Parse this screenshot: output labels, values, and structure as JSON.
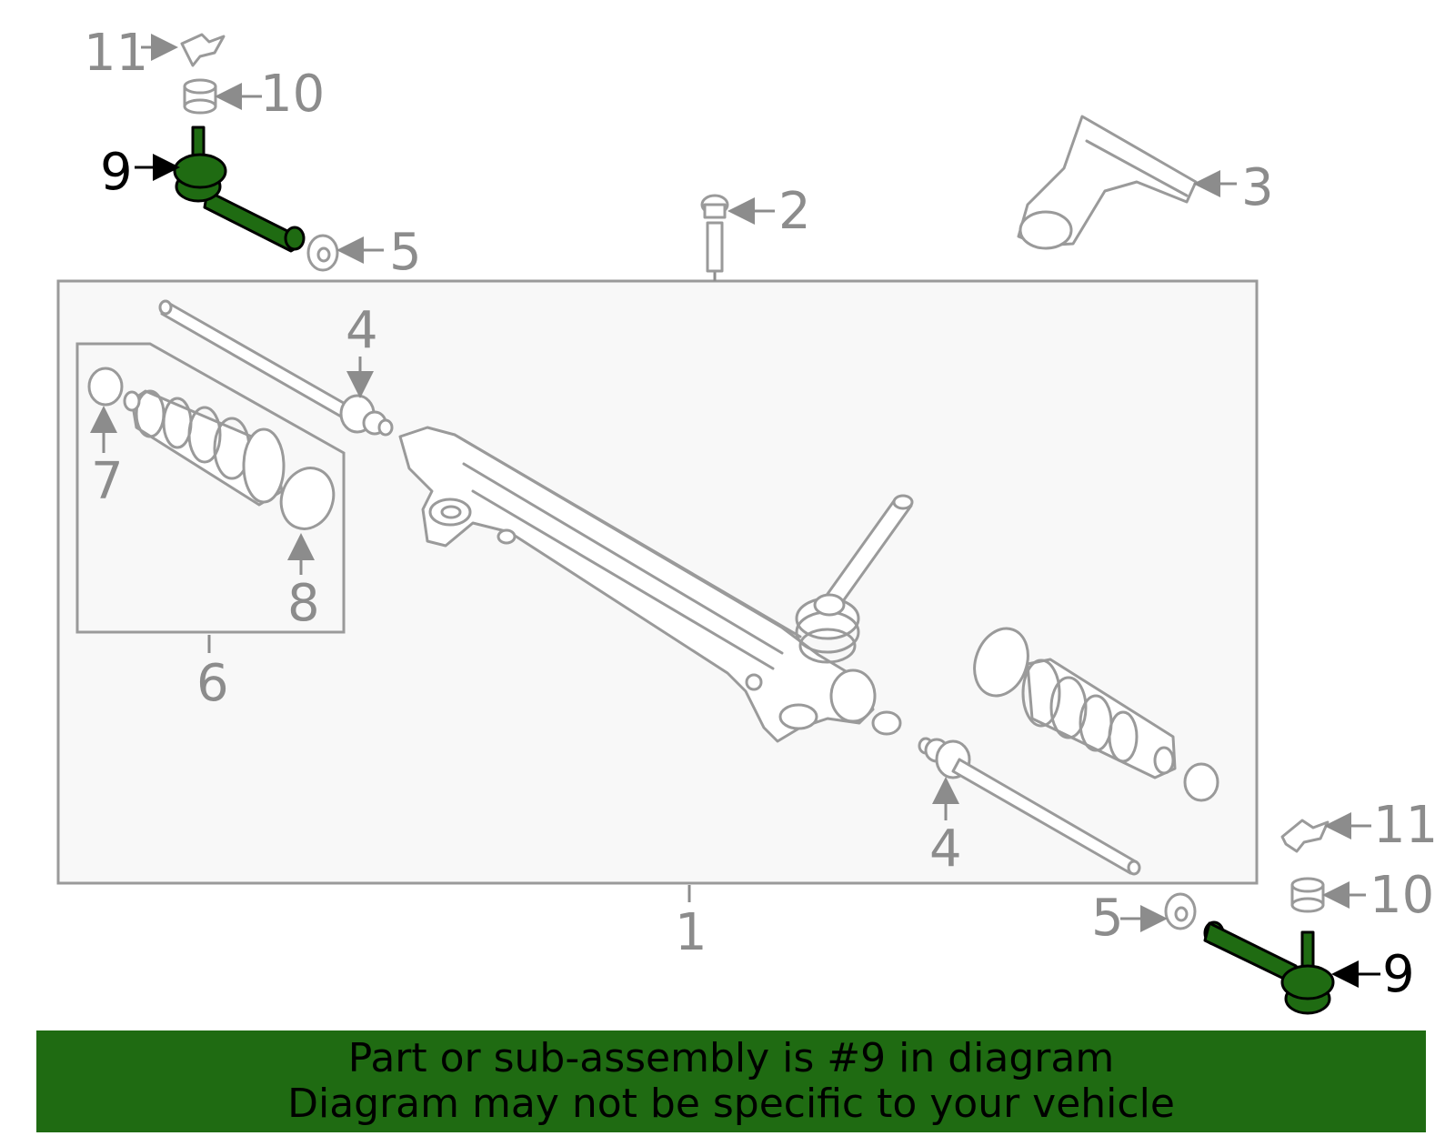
{
  "callouts": {
    "c1": "1",
    "c2": "2",
    "c3": "3",
    "c4a": "4",
    "c4b": "4",
    "c5a": "5",
    "c5b": "5",
    "c6": "6",
    "c7": "7",
    "c8": "8",
    "c9a": "9",
    "c9b": "9",
    "c10a": "10",
    "c10b": "10",
    "c11a": "11",
    "c11b": "11"
  },
  "banner": {
    "line1": "Part or sub-assembly is #9 in diagram",
    "line2": "Diagram may not be specific to your vehicle"
  },
  "colors": {
    "highlight": "#1f6b12",
    "outline": "#9a9a9a",
    "callout_gray": "#8c8c8c"
  }
}
